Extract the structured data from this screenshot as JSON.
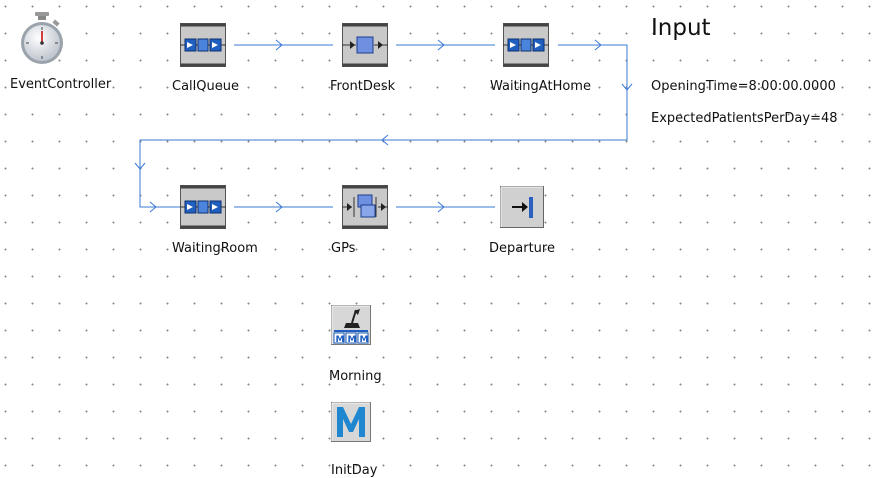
{
  "objects": {
    "event_controller": "EventController",
    "call_queue": "CallQueue",
    "front_desk": "FrontDesk",
    "waiting_at_home": "WaitingAtHome",
    "waiting_room": "WaitingRoom",
    "gps": "GPs",
    "departure": "Departure",
    "morning": "Morning",
    "init_day": "InitDay"
  },
  "input": {
    "title": "Input",
    "opening_time": "OpeningTime=8:00:00.0000",
    "expected_patients": "ExpectedPatientsPerDay=48"
  },
  "icons": {
    "event_controller": "stopwatch-icon",
    "queue": "queue-icon",
    "server": "server-icon",
    "multi_server": "multi-server-icon",
    "sink": "sink-icon",
    "schedule": "schedule-icon",
    "method": "method-icon"
  },
  "colors": {
    "connector": "#3a78d6",
    "icon_blue": "#1f5fbf",
    "method_blue": "#1f86d0"
  }
}
